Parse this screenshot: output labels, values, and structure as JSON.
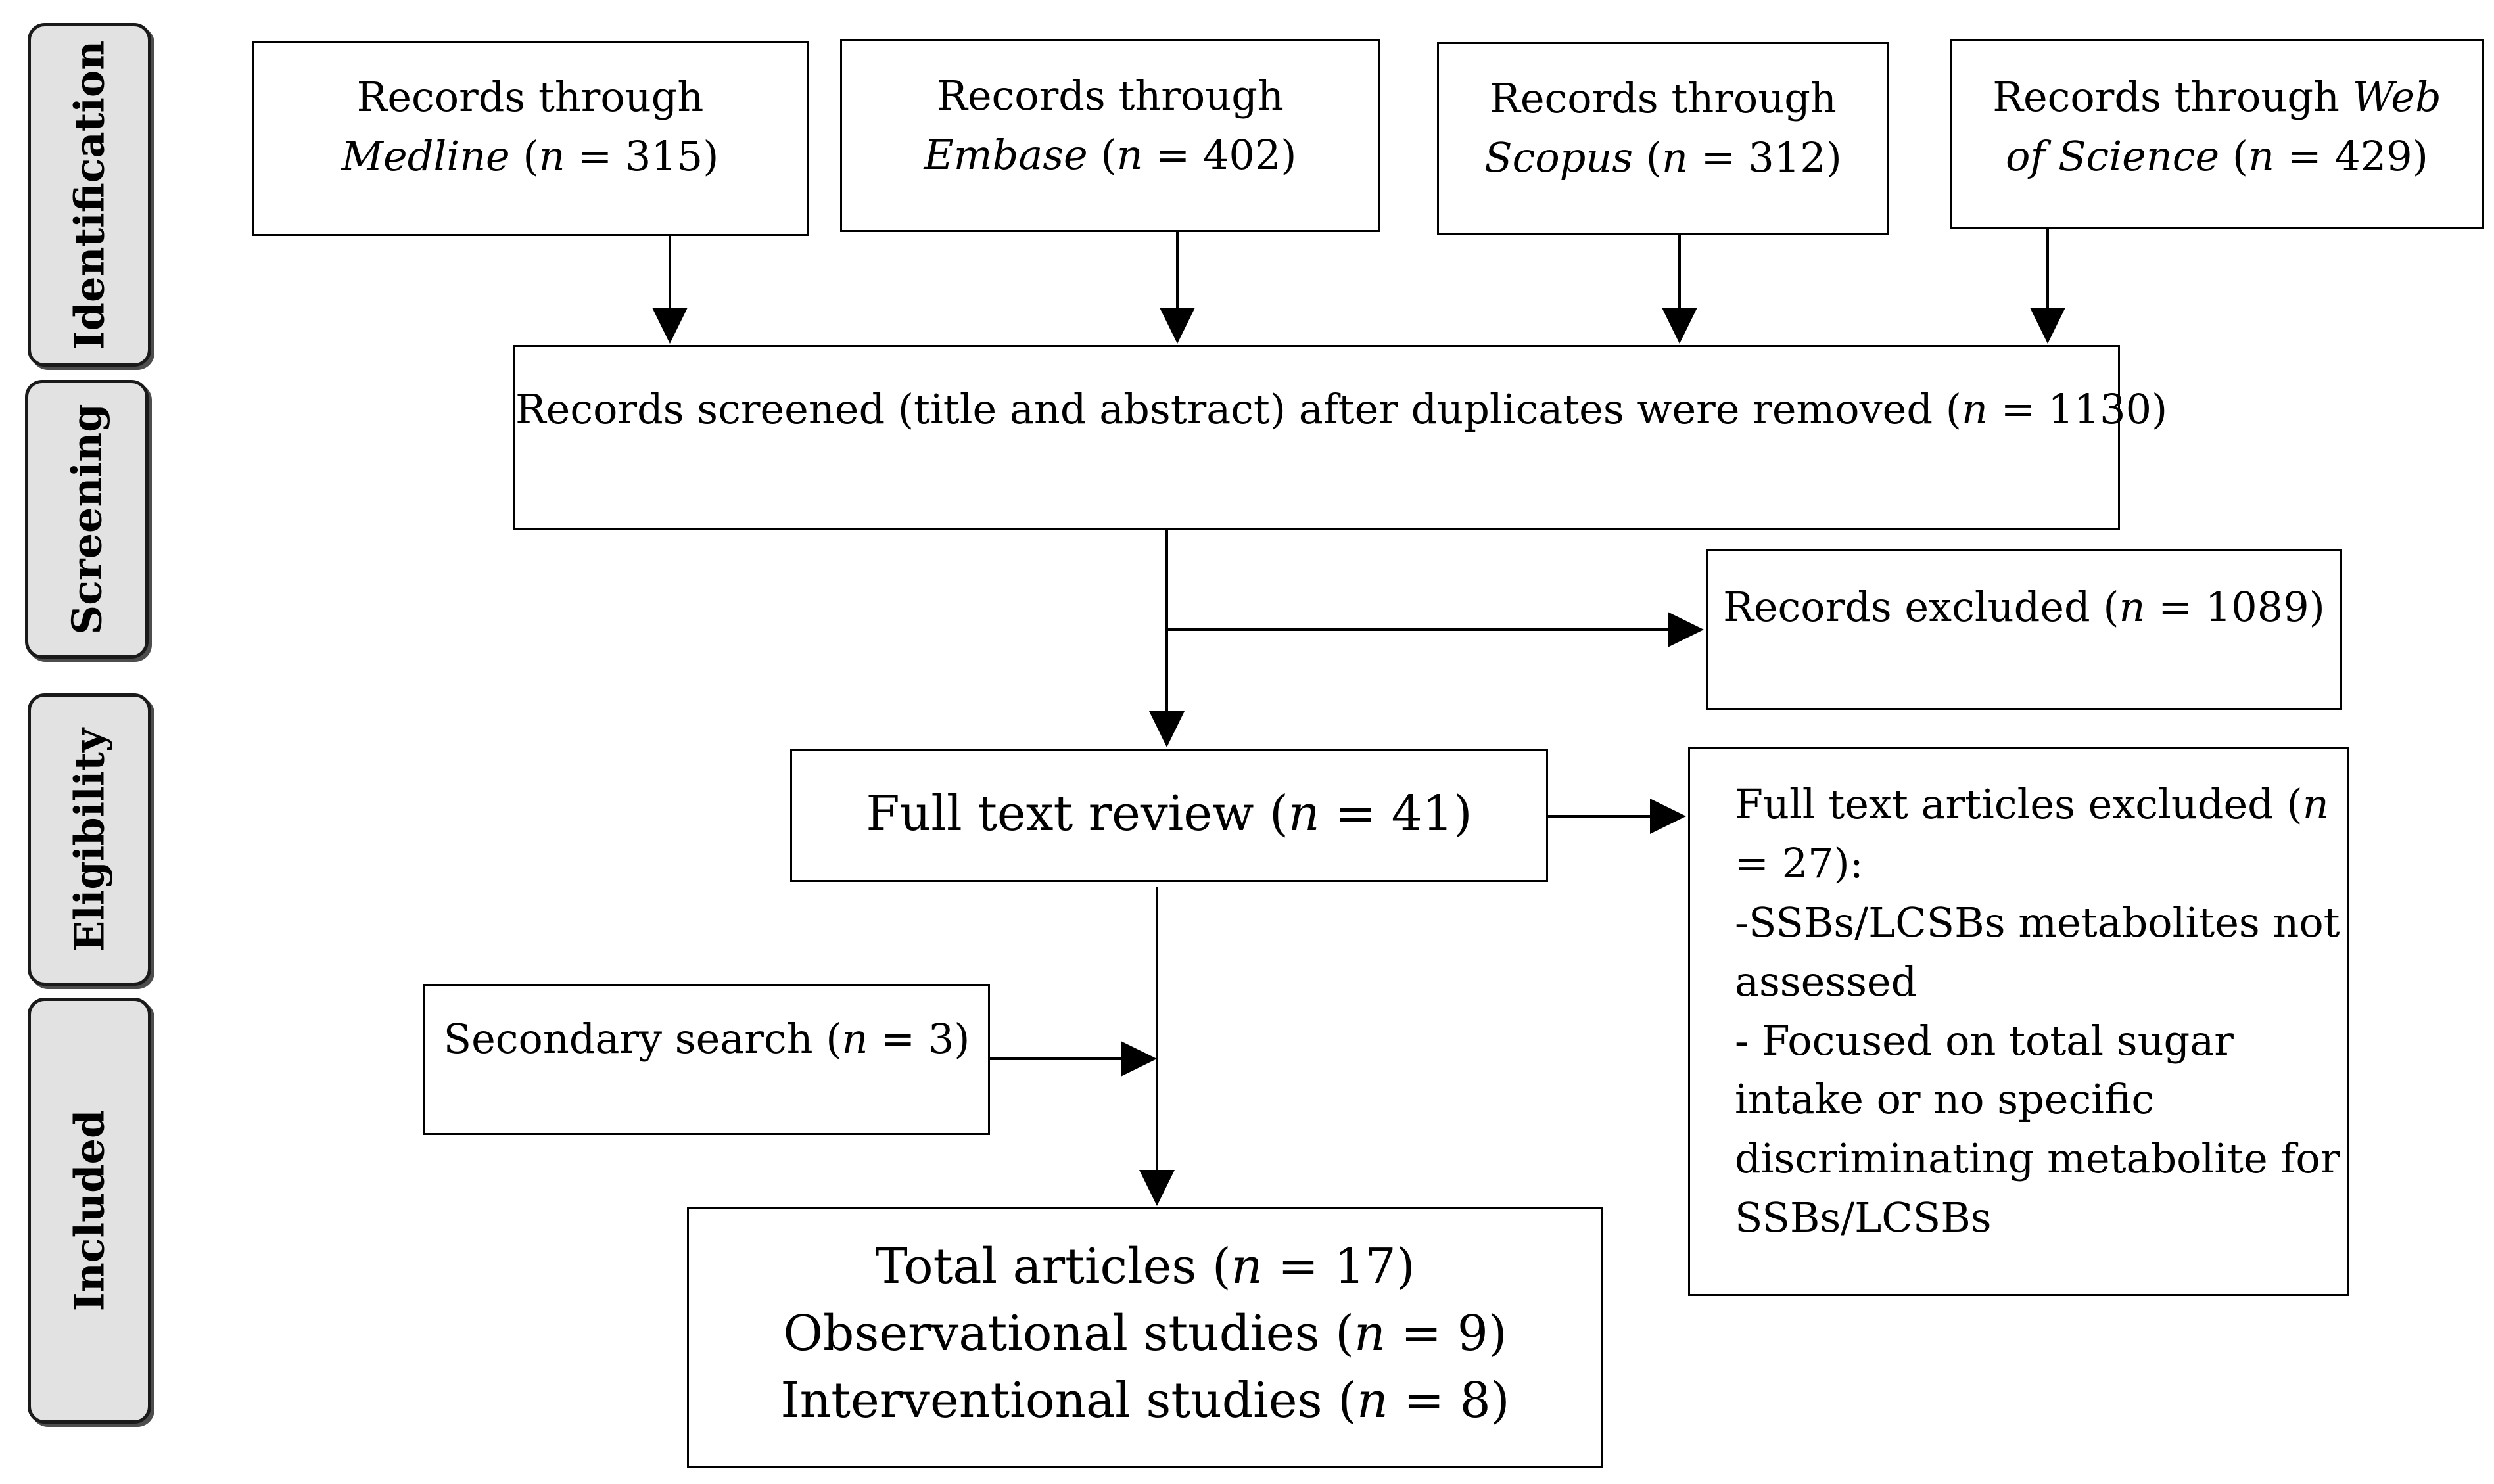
{
  "stages": {
    "identification": "Identification",
    "screening": "Screening",
    "eligibility": "Eligibility",
    "included": "Included"
  },
  "sources": {
    "medline": {
      "prefix": "Records through",
      "db": "Medline",
      "n_var": "n",
      "count": " = 315)"
    },
    "embase": {
      "prefix": "Records through",
      "db": "Embase",
      "n_var": "n",
      "count": " = 402)"
    },
    "scopus": {
      "prefix": "Records through",
      "db": "Scopus",
      "n_var": "n",
      "count": " = 312)"
    },
    "wos": {
      "prefix": "Records through ",
      "db_line1": "Web",
      "db_line2": "of Science",
      "n_var": "n",
      "count": " = 429)"
    }
  },
  "screened": {
    "text": "Records screened (title and abstract) after duplicates were removed (",
    "n_var": "n",
    "count": " = 1130)"
  },
  "excluded": {
    "text": "Records excluded (",
    "n_var": "n",
    "count": " = 1089)"
  },
  "fulltext": {
    "text": "Full text review (",
    "n_var": "n",
    "count": " = 41)"
  },
  "fulltext_excluded": {
    "line1_text": "Full text articles excluded (",
    "n_var": "n",
    "line2": "= 27):",
    "line3": "-SSBs/LCSBs metabolites not",
    "line4": "assessed",
    "line5": "- Focused on total sugar",
    "line6": "intake or no specific",
    "line7": "discriminating metabolite for",
    "line8": "SSBs/LCSBs"
  },
  "secondary": {
    "text": "Secondary search (",
    "n_var": "n",
    "count": " = 3)"
  },
  "total": {
    "line1_text": "Total articles (",
    "line1_count": " = 17)",
    "line2_text": "Observational studies (",
    "line2_count": " = 9)",
    "line3_text": "Interventional studies (",
    "line3_count": " = 8)",
    "n_var": "n"
  }
}
